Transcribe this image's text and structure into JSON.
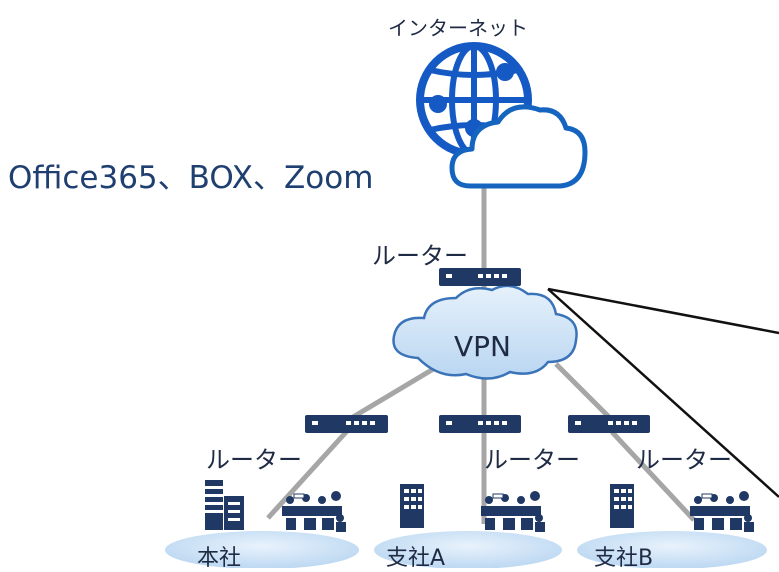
{
  "labels": {
    "internet": "インターネット",
    "services": "Office365、BOX、Zoom",
    "router_top": "ルーター",
    "router_left": "ルーター",
    "router_mid": "ルーター",
    "router_right": "ルーター",
    "vpn": "VPN",
    "site_hq": "本社",
    "site_a": "支社A",
    "site_b": "支社B"
  },
  "colors": {
    "navy": "#1f3864",
    "globe_blue": "#1459c4",
    "cloud_stroke": "#1565c0",
    "vpn_fill": "#cfe3f6",
    "vpn_stroke": "#3a73b8",
    "line_gray": "#a6a6a6",
    "platform_fill": "#d3e6f8"
  },
  "icons": [
    "globe-icon",
    "cloud-icon",
    "router-icon",
    "building-icon",
    "office-people-icon"
  ]
}
